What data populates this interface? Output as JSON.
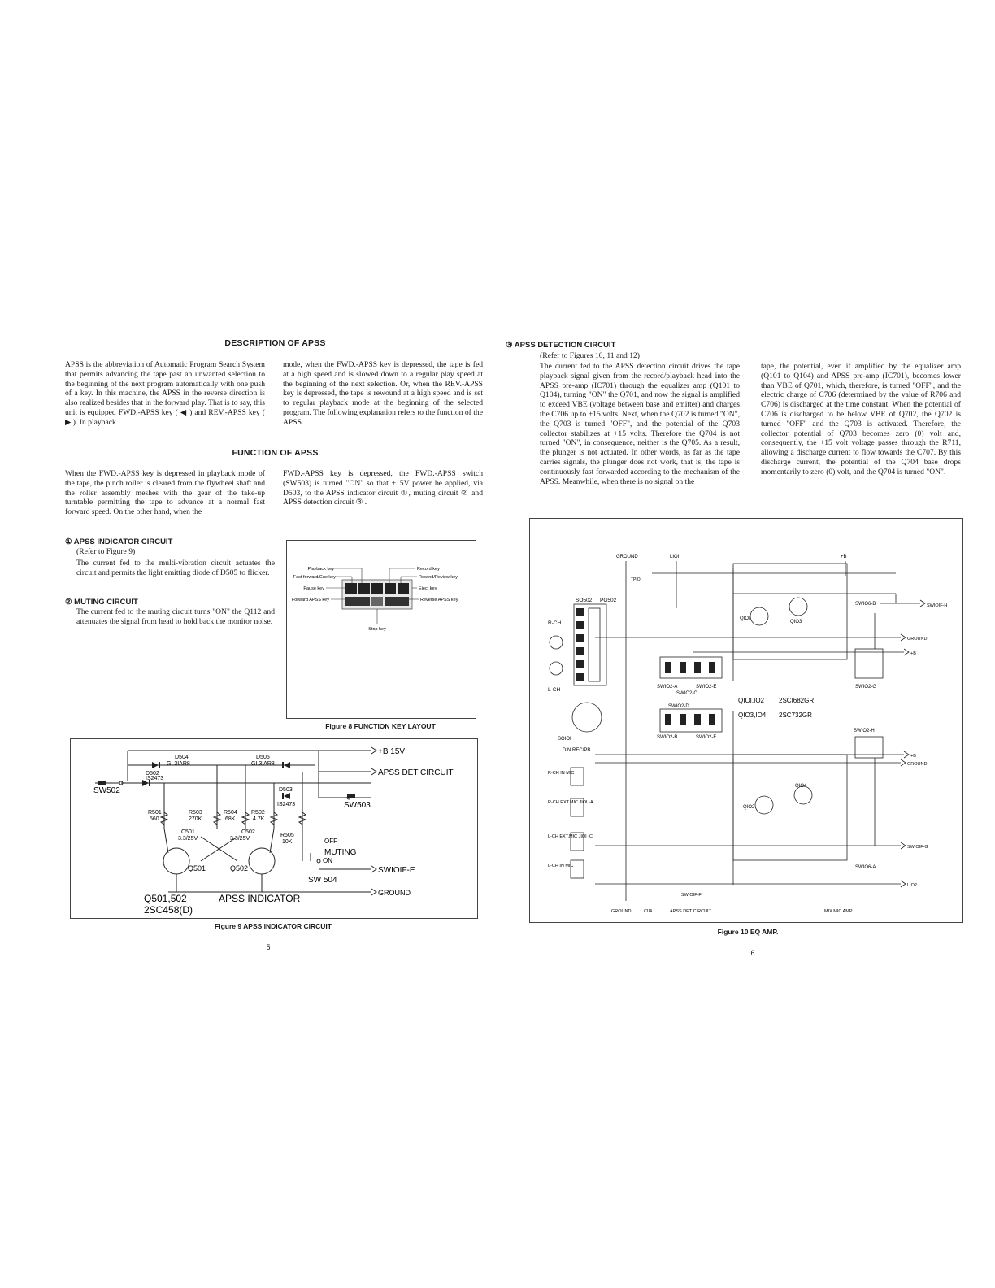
{
  "page5": {
    "heading_description": "DESCRIPTION OF APSS",
    "description_left": "APSS is the abbreviation of Automatic Program Search System that permits advancing the tape past an unwanted selection to the beginning of the next program automatically with one push of a key. In this machine, the APSS in the reverse direction is also realized besides that in the forward play. That is to say, this unit is equipped FWD.-APSS key ( ◀ ) and REV.-APSS key ( ▶ ). In playback",
    "description_right": "mode, when the FWD.-APSS key is depressed, the tape is fed at a high speed and is slowed down to a regular play speed at the beginning of the next selection. Or, when the REV.-APSS key is depressed, the tape is rewound at a high speed and is set to regular playback mode at the beginning of the selected program. The following explanation refers to the function of the APSS.",
    "heading_function": "FUNCTION OF APSS",
    "function_left": "When the FWD.-APSS key is depressed in playback mode of the tape, the pinch roller is cleared from the flywheel shaft and the roller assembly meshes with the gear of the take-up turntable permitting the tape to advance at a normal fast forward speed. On the other hand, when the",
    "function_right": "FWD.-APSS key is depressed, the FWD.-APSS switch (SW503) is turned \"ON\" so that +15V power be applied, via D503, to the APSS indicator circuit ①, muting circuit ② and APSS detection circuit ③ .",
    "sec1_title": "① APSS INDICATOR CIRCUIT",
    "sec1_ref": "(Refer to Figure 9)",
    "sec1_body": "The current fed to the multi-vibration circuit actuates the circuit and permits the light emitting diode of D505 to flicker.",
    "sec2_title": "② MUTING CIRCUIT",
    "sec2_body": "The current fed to the muting circuit turns \"ON\" the Q112 and attenuates the signal from head to hold back the monitor noise.",
    "fig8": {
      "caption": "Figure 8 FUNCTION KEY LAYOUT",
      "labels_left": [
        "Playback key",
        "Fast forward/Cue key",
        "Pause key",
        "Forward APSS key"
      ],
      "labels_right": [
        "Record key",
        "Rewind/Review key",
        "Eject key",
        "Reverse APSS key"
      ],
      "label_bottom": "Stop key"
    },
    "fig9": {
      "caption": "Figure 9 APSS INDICATOR CIRCUIT",
      "labels": {
        "supply": "+B 15V",
        "apss_det": "APSS DET CIRCUIT",
        "sw502": "SW502",
        "sw503": "SW503",
        "d504": "D504",
        "d504_type": "GL3IAR8",
        "d505": "D505",
        "d505_type": "GL3IAR8",
        "d502": "D502",
        "d502_type": "IS2473",
        "d503": "D503",
        "d503_type": "IS2473",
        "r501": "R501",
        "r501_v": "560",
        "r503": "R503",
        "r503_v": "270K",
        "r504": "R504",
        "r504_v": "68K",
        "r502": "R502",
        "r502_v": "4.7K",
        "r505": "R505",
        "r505_v": "10K",
        "c501": "C501",
        "c501_v": "3.3/25V",
        "c502": "C502",
        "c502_v": "3.3/25V",
        "q501": "Q501",
        "q502": "Q502",
        "off": "OFF",
        "muting": "MUTING",
        "on": "ON",
        "sw504": "SW 504",
        "swioif": "SWIOIF-E",
        "ground": "GROUND",
        "transistors": "Q501,502",
        "transistor_type": "2SC458(D)",
        "title": "APSS   INDICATOR"
      }
    },
    "page_number": "5"
  },
  "page6": {
    "sec3_title": "③ APSS DETECTION CIRCUIT",
    "sec3_ref": "(Refer to Figures 10, 11 and 12)",
    "sec3_left": "The current fed to the APSS detection circuit drives the tape playback signal given from the record/playback head into the APSS pre-amp (IC701) through the equalizer amp (Q101 to Q104), turning \"ON\" the Q701, and now the signal is amplified to exceed VBE (voltage between base and emitter) and charges the C706 up to +15 volts. Next, when the Q702 is turned \"ON\", the Q703 is turned \"OFF\", and the potential of the Q703 collector stabilizes at +15 volts. Therefore the Q704 is not turned \"ON\", in consequence, neither is the Q705. As a result, the plunger is not actuated. In other words, as far as the tape carries signals, the plunger does not work, that is, the tape is continuously fast forwarded according to the mechanism of the APSS. Meanwhile, when there is no signal on the",
    "sec3_right": "tape, the potential, even if amplified by the equalizer amp (Q101 to Q104) and APSS pre-amp (IC701), becomes lower than VBE of Q701, which, therefore, is turned \"OFF\", and the electric charge of C706 (determined by the value of R706 and C706) is discharged at the time constant. When the potential of C706 is discharged to be below VBE of Q702, the Q702 is turned \"OFF\" and the Q703 is activated. Therefore, the collector potential of Q703 becomes zero (0) volt and, consequently, the +15 volt voltage passes through the R711, allowing a discharge current to flow towards the C707. By this discharge current, the potential of the Q704 base drops momentarily to zero (0) volt, and the Q704 is turned \"ON\".",
    "fig10": {
      "caption": "Figure 10 EQ AMP.",
      "labels": {
        "ground_top": "GROUND",
        "li01": "LIOI",
        "plus_b_top": "+B",
        "tp101": "TPIOI",
        "so502": "SO502",
        "pg502": "PG502",
        "rch": "R-CH",
        "lch": "L-CH",
        "sw106b": "SWIO6-B",
        "swioif_h": "SWIOIF-H",
        "ground_r1": "GROUND",
        "plus_b_r1": "+B",
        "sw102g": "SWIO2-G",
        "sw102a": "SWIO2-A",
        "sw102e": "SWIO2-E",
        "sw102c": "SWIO2-C",
        "sw102d": "SWIO2-D",
        "sw102b": "SWIO2-B",
        "sw102f": "SWIO2-F",
        "q_list1": "QIOI,IO2",
        "q_type1": "2SCI682GR",
        "q_list2": "QIO3,IO4",
        "q_type2": "2SC732GR",
        "sw102h": "SWIO2-H",
        "plus_b_r2": "+B",
        "ground_r2": "GROUND",
        "so101": "SOIOI",
        "din": "DIN REC/PB",
        "rch_in_mic": "R-CH IN MIC",
        "rch_ext_mic": "R-CH EXT.MIC JIOI -A",
        "lch_ext_mic": "L-CH EXT.MIC JIOI -C",
        "lch_in_mic": "L-CH IN MIC",
        "swioif_g": "SWIOIF-G",
        "sw106a": "SWIO6-A",
        "li02": "LIO2",
        "swioif_f": "SWIOIF-F",
        "ground_bottom": "GROUND",
        "c114": "CII4",
        "apss_det": "APSS DET CIRCUIT",
        "mix_mic": "MIX MIC AMP",
        "q101": "QIOI",
        "q102": "QIO2",
        "q103": "QIO3",
        "q104": "QIO4"
      }
    },
    "page_number": "6"
  }
}
